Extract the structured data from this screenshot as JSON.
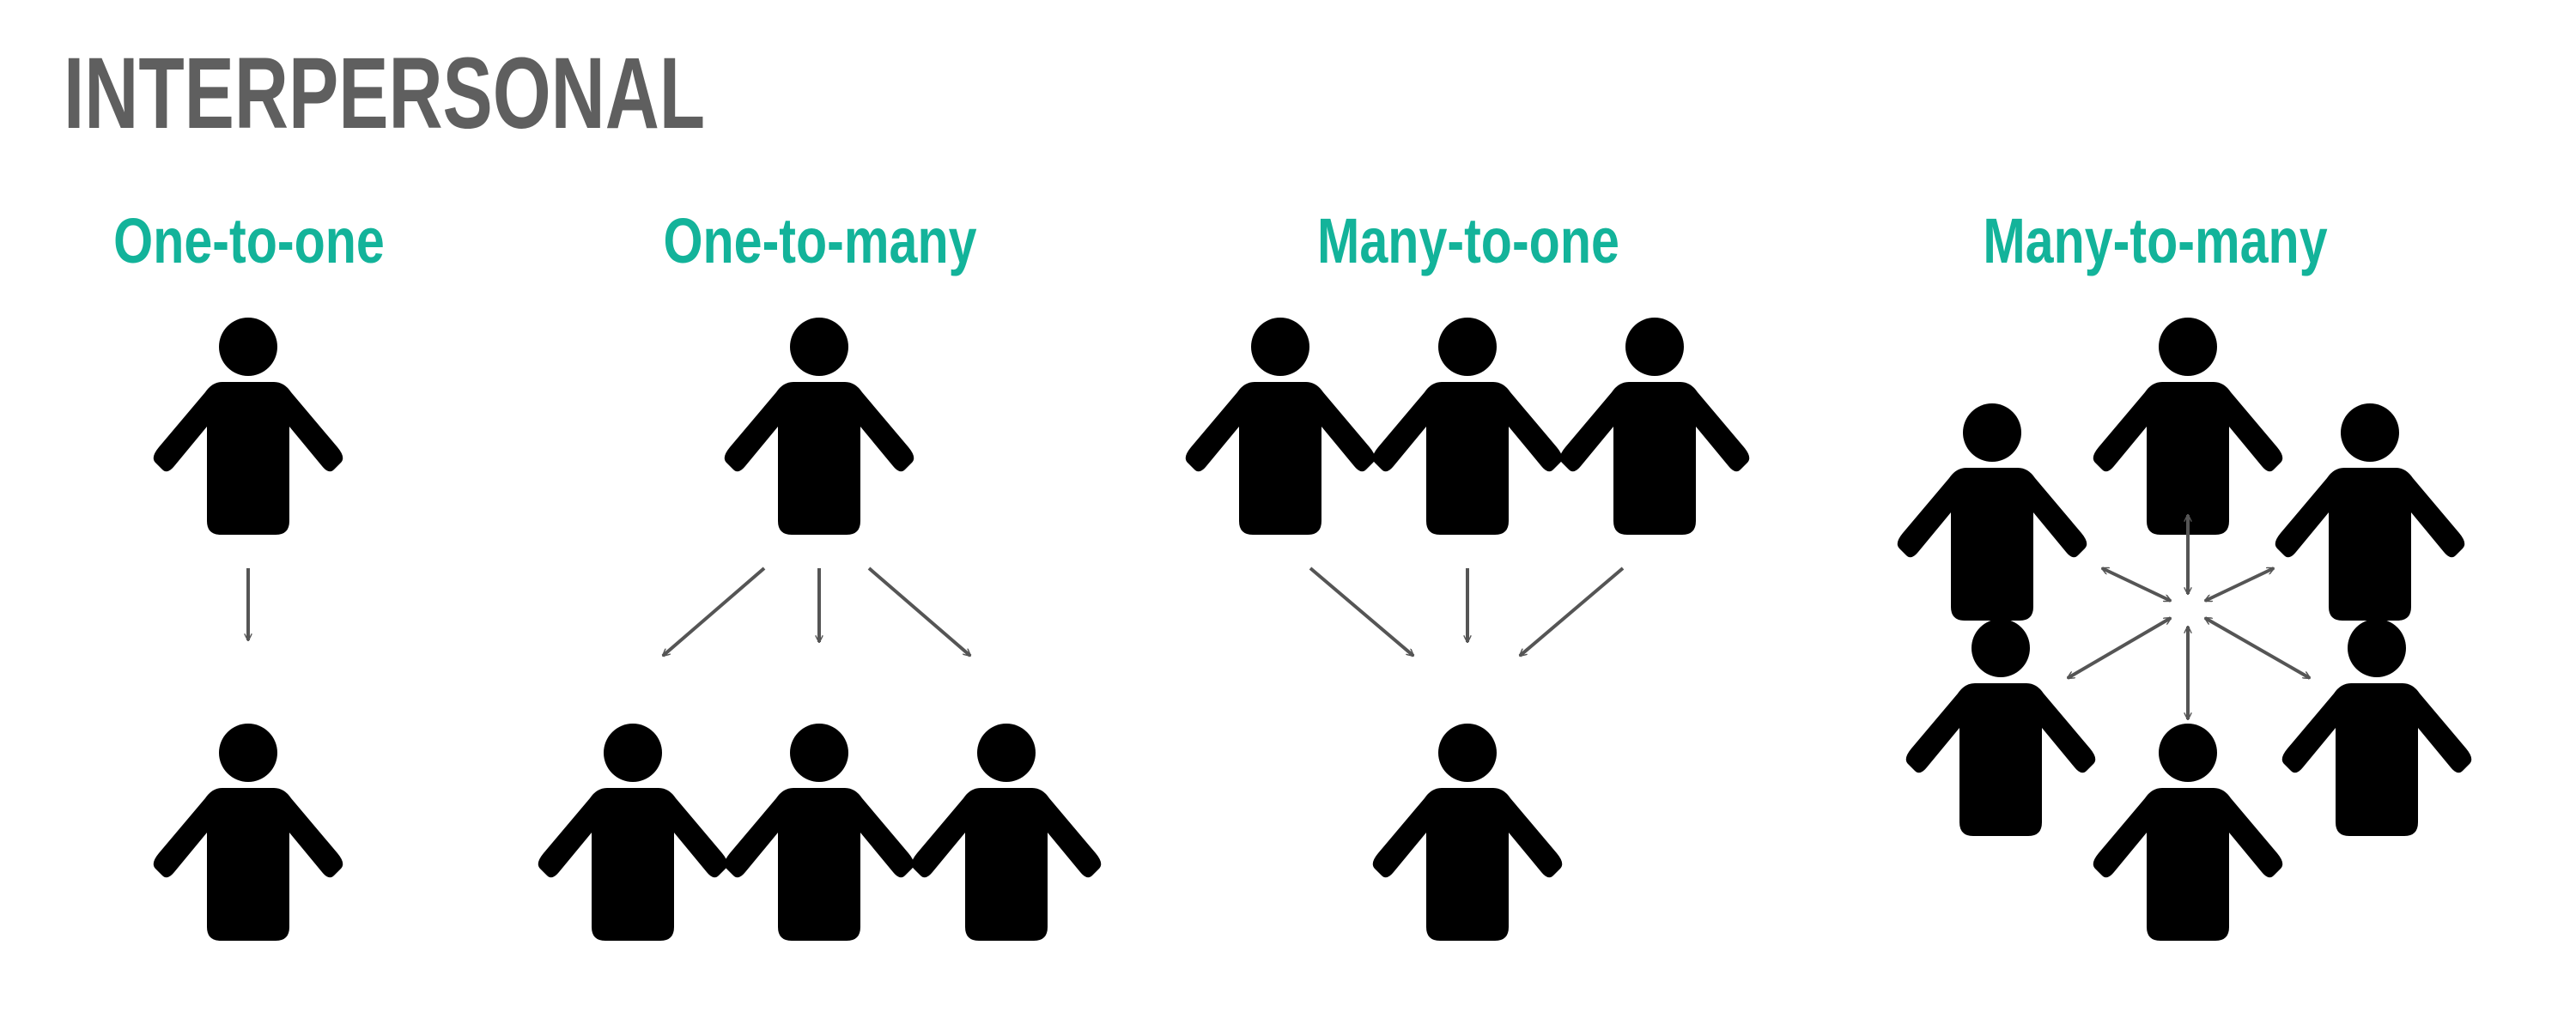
{
  "title": "INTERPERSONAL",
  "panels": [
    {
      "heading": "One-to-one"
    },
    {
      "heading": "One-to-many"
    },
    {
      "heading": "Many-to-one"
    },
    {
      "heading": "Many-to-many"
    }
  ],
  "colors": {
    "title": "#5f5f5f",
    "heading": "#13b39a",
    "figure": "#000000",
    "arrow": "#555555"
  },
  "icons": {
    "figure": "person-icon",
    "arrow": "arrow-icon"
  }
}
